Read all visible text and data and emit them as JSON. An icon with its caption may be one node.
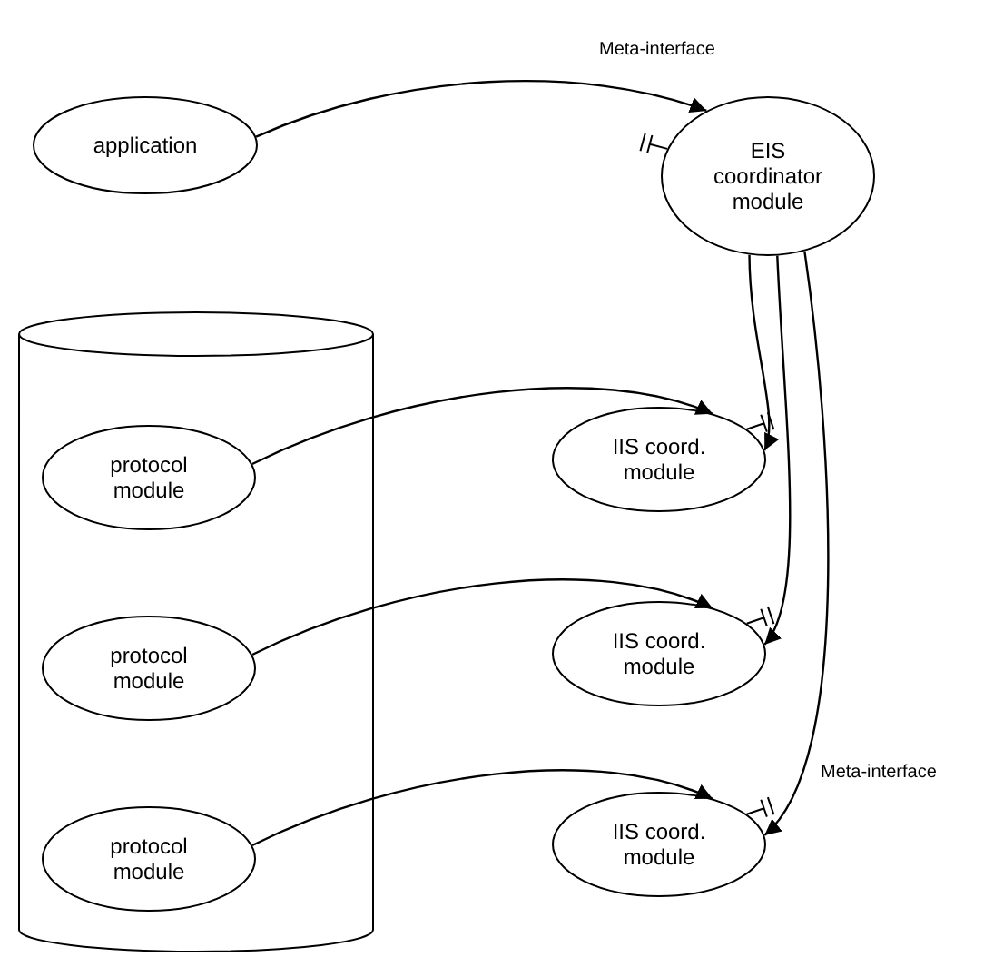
{
  "diagram": {
    "nodes": [
      {
        "text": [
          "application"
        ]
      },
      {
        "text": [
          "EIS coordinator module"
        ]
      },
      {
        "text": [],
        "shape": "cylinder"
      },
      {
        "text": [
          "protocol module"
        ],
        "in": 2
      },
      {
        "text": [
          "IIS coord. module"
        ]
      },
      {
        "text": [
          "protocol module"
        ],
        "in": 2
      },
      {
        "text": [
          "IIS coord. module"
        ]
      },
      {
        "text": [
          "protocol module"
        ],
        "in": 2
      },
      {
        "text": [
          "IIS coord. module"
        ]
      }
    ],
    "edges": [
      {
        "from": 0,
        "to": 1,
        "arrow": "to"
      },
      {
        "from": 3,
        "to": 4,
        "arrow": "to"
      },
      {
        "from": 1,
        "to": 4,
        "arrow": "to"
      },
      {
        "from": 5,
        "to": 6,
        "arrow": "to"
      },
      {
        "from": 1,
        "to": 6,
        "arrow": "to"
      },
      {
        "from": 7,
        "to": 8,
        "arrow": "to"
      },
      {
        "from": 1,
        "to": 8,
        "arrow": "to"
      }
    ],
    "labels": [
      "Meta-interface",
      "Meta-interface"
    ]
  }
}
